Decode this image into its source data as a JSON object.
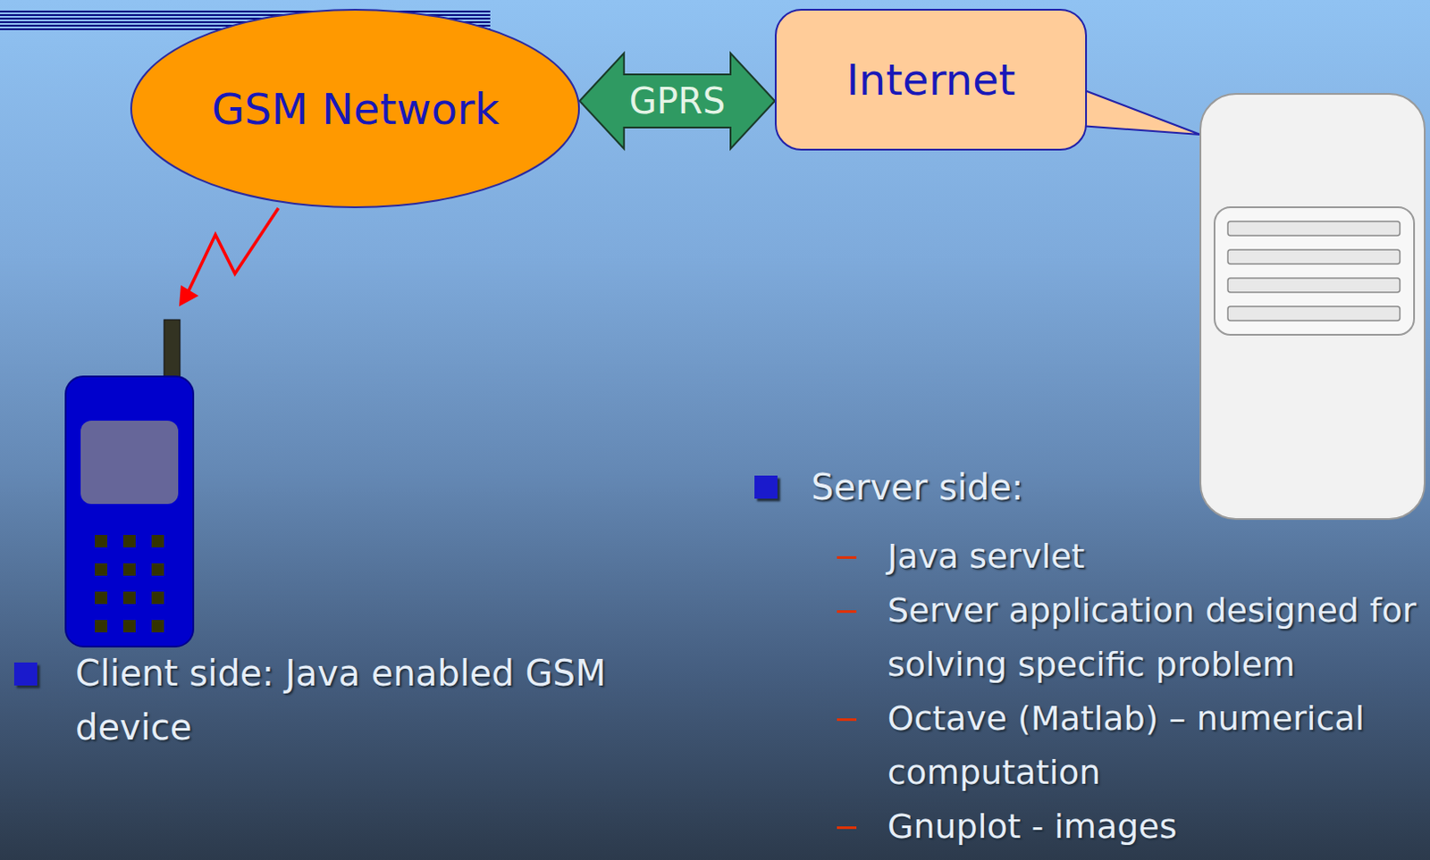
{
  "diagram": {
    "nodes": [
      {
        "text": [
          "GSM Network"
        ]
      },
      {
        "text": [
          "Internet"
        ]
      }
    ],
    "edges": [
      {
        "from": 0,
        "to": 1,
        "label": "GPRS",
        "arrow": "both"
      }
    ],
    "labels": [
      "Client side: Java enabled GSM device",
      "Server side:",
      "Java servlet",
      "Server application designed for solving specific problem",
      "Octave (Matlab) – numerical computation",
      "Gnuplot - images"
    ]
  }
}
